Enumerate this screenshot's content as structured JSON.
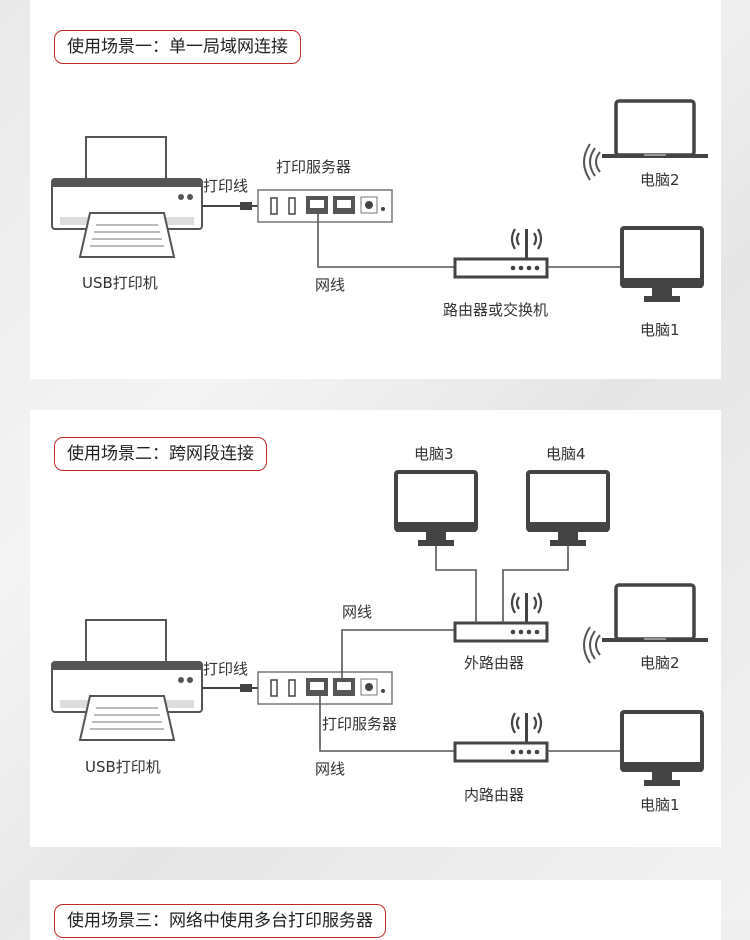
{
  "scene1": {
    "title": "使用场景一：单一局域网连接",
    "printer_label": "USB打印机",
    "print_cable_label": "打印线",
    "print_server_label": "打印服务器",
    "network_cable_label": "网线",
    "router_label": "路由器或交换机",
    "laptop_label": "电脑2",
    "desktop_label": "电脑1"
  },
  "scene2": {
    "title": "使用场景二：跨网段连接",
    "printer_label": "USB打印机",
    "print_cable_label": "打印线",
    "print_server_label": "打印服务器",
    "network_cable_top_label": "网线",
    "network_cable_bottom_label": "网线",
    "outer_router_label": "外路由器",
    "inner_router_label": "内路由器",
    "pc3_label": "电脑3",
    "pc4_label": "电脑4",
    "laptop_label": "电脑2",
    "desktop_label": "电脑1"
  },
  "scene3": {
    "title": "使用场景三：网络中使用多台打印服务器"
  }
}
